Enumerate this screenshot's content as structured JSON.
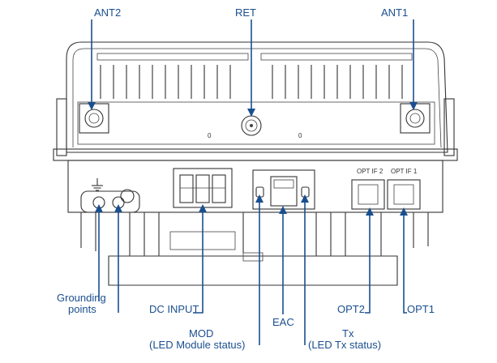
{
  "labels": {
    "ant2": "ANT2",
    "ret": "RET",
    "ant1": "ANT1",
    "grounding_line1": "Grounding",
    "grounding_line2": "points",
    "dc_input": "DC INPUT",
    "mod_line1": "MOD",
    "mod_line2": "(LED Module status)",
    "eac": "EAC",
    "tx_line1": "Tx",
    "tx_line2": "(LED Tx status)",
    "opt2": "OPT2",
    "opt1": "OPT1"
  },
  "panel_print": {
    "optif2": "OPT IF 2",
    "optif1": "OPT IF 1",
    "digit_left": "0",
    "digit_right": "0"
  },
  "colors": {
    "label": "#1a4f8f",
    "leader": "#1a4f8f",
    "device_stroke": "#333333",
    "background": "#ffffff"
  }
}
